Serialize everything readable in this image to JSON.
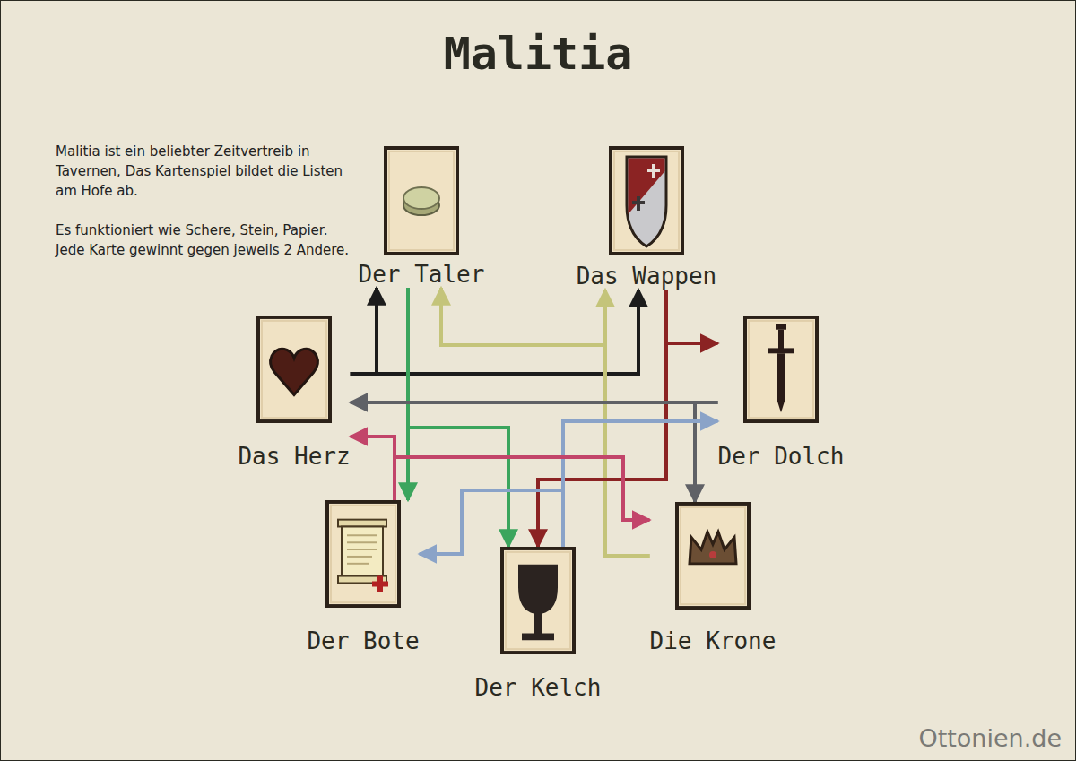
{
  "diagram": {
    "title": "Malitia",
    "nodes": [
      {
        "text": [
          "Der Taler"
        ]
      },
      {
        "text": [
          "Das Wappen"
        ]
      },
      {
        "text": [
          "Das Herz"
        ]
      },
      {
        "text": [
          "Der Dolch"
        ]
      },
      {
        "text": [
          "Der Bote"
        ]
      },
      {
        "text": [
          "Der Kelch"
        ]
      },
      {
        "text": [
          "Die Krone"
        ]
      }
    ],
    "edges": [
      {
        "from": 2,
        "to": 0,
        "arrow": "to"
      },
      {
        "from": 2,
        "to": 1,
        "arrow": "to"
      },
      {
        "from": 0,
        "to": 4,
        "arrow": "to"
      },
      {
        "from": 0,
        "to": 5,
        "arrow": "to"
      },
      {
        "from": 6,
        "to": 1,
        "arrow": "to"
      },
      {
        "from": 6,
        "to": 0,
        "arrow": "to"
      },
      {
        "from": 1,
        "to": 3,
        "arrow": "to"
      },
      {
        "from": 1,
        "to": 5,
        "arrow": "to"
      },
      {
        "from": 3,
        "to": 2,
        "arrow": "to"
      },
      {
        "from": 3,
        "to": 6,
        "arrow": "to"
      },
      {
        "from": 5,
        "to": 3,
        "arrow": "to"
      },
      {
        "from": 5,
        "to": 4,
        "arrow": "to"
      },
      {
        "from": 4,
        "to": 2,
        "arrow": "to"
      },
      {
        "from": 4,
        "to": 6,
        "arrow": "to"
      }
    ],
    "labels": [
      "Malitia ist ein beliebter Zeitvertreib in Tavernen, Das Kartenspiel bildet die Listen am Hofe ab.",
      "Es funktioniert wie Schere, Stein, Papier. Jede Karte gewinnt gegen jeweils 2 Andere.",
      "Ottonien.de"
    ]
  }
}
